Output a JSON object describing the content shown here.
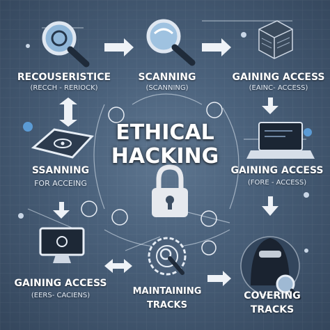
{
  "title": [
    "ETHICAL",
    "HACKING"
  ],
  "nodes": [
    {
      "label": "RECOUSERISTICE",
      "sub": "(RECCH - RERIOCK)"
    },
    {
      "label": "SCANNING",
      "sub": "(SCANNING)"
    },
    {
      "label": "GAINING ACCESS",
      "sub": "(EAINC- ACCESS)"
    },
    {
      "label": "SSANNING",
      "sub": "FOR ACCEING"
    },
    {
      "label": "GAINING ACCESS",
      "sub": "(FORE - ACCESS)"
    },
    {
      "label": "GAINING ACCESS",
      "sub": "(EERS- CACIENS)"
    },
    {
      "label": "MAINTAINING",
      "sub": "TRACKS"
    },
    {
      "label": "COVERING",
      "sub": "TRACKS"
    }
  ],
  "colors": {
    "background": "#4a617b",
    "accent": "#ffffff",
    "lock": "#e6e9ee"
  },
  "icons": [
    "magnifier-icon",
    "magnifier-icon",
    "server-cube-icon",
    "card-panel-icon",
    "laptop-icon",
    "monitor-icon",
    "shield-icon",
    "hooded-hacker-icon",
    "padlock-icon"
  ]
}
